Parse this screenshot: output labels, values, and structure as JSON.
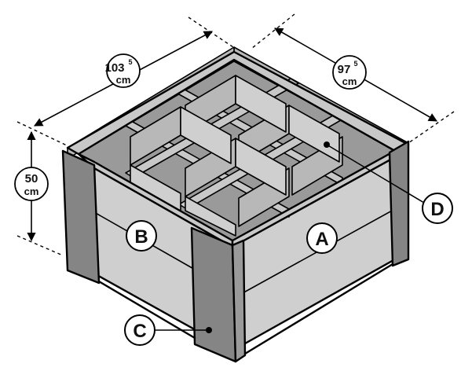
{
  "dimensions": {
    "width": {
      "value": "103",
      "decimal": "5",
      "unit": "cm"
    },
    "depth": {
      "value": "97",
      "decimal": "5",
      "unit": "cm"
    },
    "height": {
      "value": "50",
      "unit": "cm"
    }
  },
  "labels": {
    "a": "A",
    "b": "B",
    "c": "C",
    "d": "D"
  },
  "colors": {
    "line": "#000000",
    "panel_light": "#cfcfcf",
    "panel_dark": "#9a9a9a"
  }
}
